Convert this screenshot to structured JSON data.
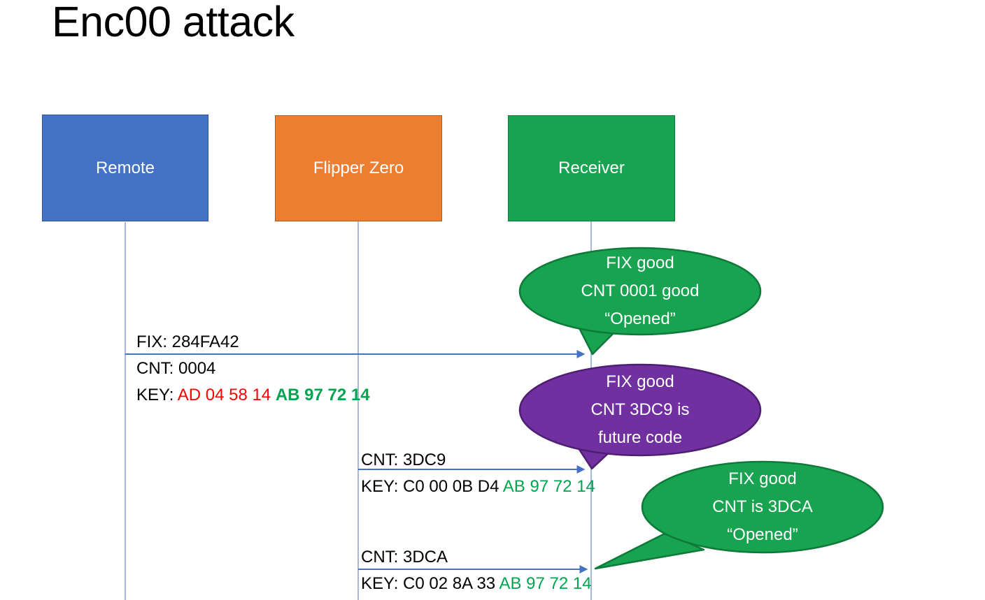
{
  "title": "Enc00 attack",
  "colors": {
    "background": "#FFFFFF",
    "arrow": "#4472C4",
    "lifeline": "#8AA0CE",
    "text": "#000000",
    "key_red": "#FF0000",
    "key_green": "#00A550"
  },
  "actors": [
    {
      "label": "Remote",
      "fill": "#4472C4",
      "border": "#2F528F"
    },
    {
      "label": "Flipper Zero",
      "fill": "#ED7D31",
      "border": "#AE5A21"
    },
    {
      "label": "Receiver",
      "fill": "#17A34F",
      "border": "#0E7A3A"
    }
  ],
  "messages": [
    {
      "from": "Remote",
      "to": "Receiver",
      "fix": "FIX: 284FA42",
      "cnt": "CNT: 0004",
      "key_prefix": "KEY: ",
      "key_red": "AD 04 58 14 ",
      "key_green": "AB 97 72 14"
    },
    {
      "from": "Flipper Zero",
      "to": "Receiver",
      "cnt": "CNT: 3DC9",
      "key_prefix": "KEY: C0 00 0B D4 ",
      "key_green": "AB 97 72 14"
    },
    {
      "from": "Flipper Zero",
      "to": "Receiver",
      "cnt": "CNT: 3DCA",
      "key_prefix": "KEY: C0 02 8A 33 ",
      "key_green": "AB 97 72 14"
    }
  ],
  "callouts": [
    {
      "lines": [
        "FIX good",
        "CNT 0001 good",
        "“Opened”"
      ],
      "fill": "#17A34F",
      "border": "#0E7A3A"
    },
    {
      "lines": [
        "FIX good",
        "CNT 3DC9 is",
        "future code"
      ],
      "fill": "#7030A0",
      "border": "#4E1E73"
    },
    {
      "lines": [
        "FIX good",
        "CNT is 3DCA",
        "“Opened”"
      ],
      "fill": "#17A34F",
      "border": "#0E7A3A"
    }
  ]
}
